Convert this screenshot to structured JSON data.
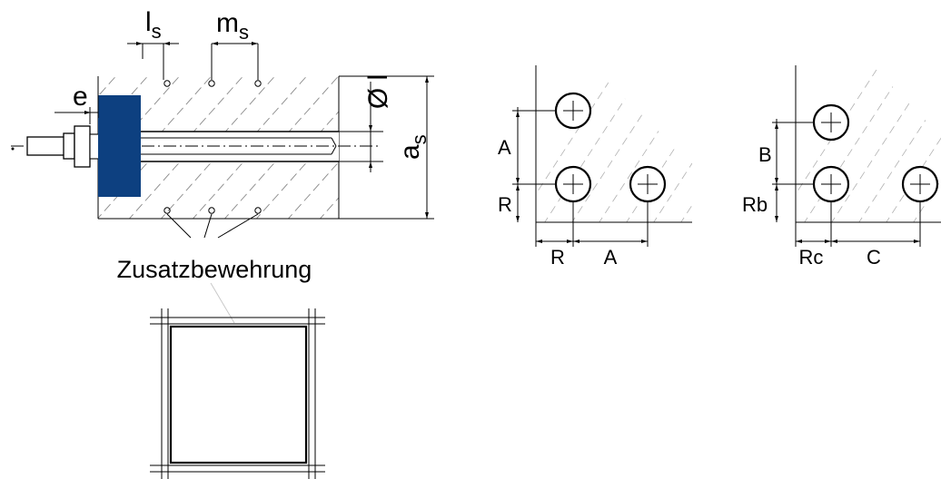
{
  "anchor_section": {
    "label_ls_main": "l",
    "label_ls_sub": "s",
    "label_ms_main": "m",
    "label_ms_sub": "s",
    "label_e": "e",
    "label_diameter": "Ø l",
    "label_as_main": "a",
    "label_as_sub": "s",
    "plate_color": "#0d4080",
    "title": "Zusatzbewehrung"
  },
  "grid_a": {
    "label_a_vertical": "A",
    "label_r_vertical": "R",
    "label_r_horizontal": "R",
    "label_a_horizontal": "A"
  },
  "grid_b": {
    "label_b_vertical": "B",
    "label_rb_vertical": "Rb",
    "label_rc_horizontal": "Rc",
    "label_c_horizontal": "C"
  }
}
